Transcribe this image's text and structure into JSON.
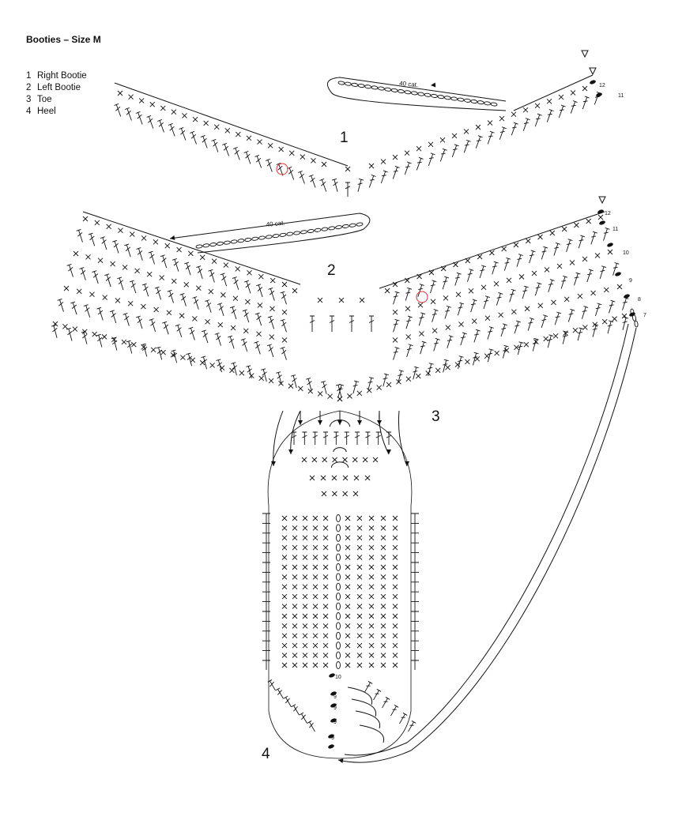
{
  "title": "Booties – Size M",
  "legend": [
    {
      "num": "1",
      "text": "Right Bootie"
    },
    {
      "num": "2",
      "text": "Left Bootie"
    },
    {
      "num": "3",
      "text": "Toe"
    },
    {
      "num": "4",
      "text": "Heel"
    }
  ],
  "part_labels": {
    "p1": "1",
    "p2": "2",
    "p3": "3",
    "p4": "4"
  },
  "chain_labels": {
    "c1": "40 cat.",
    "c2": "40 cat."
  },
  "row_labels": {
    "b1_r12": "12",
    "b1_r11": "11",
    "b2_r12": "12",
    "b2_r11": "11",
    "b2_r10": "10",
    "b2_r9": "9",
    "b2_r8": "8",
    "b2_r7": "7",
    "h_r10": "10",
    "h_r9a": "9",
    "h_r9b": "9",
    "h_r9c": "9",
    "h_r9d": "9"
  },
  "colors": {
    "ink": "#111111",
    "marker": "#e03030"
  }
}
